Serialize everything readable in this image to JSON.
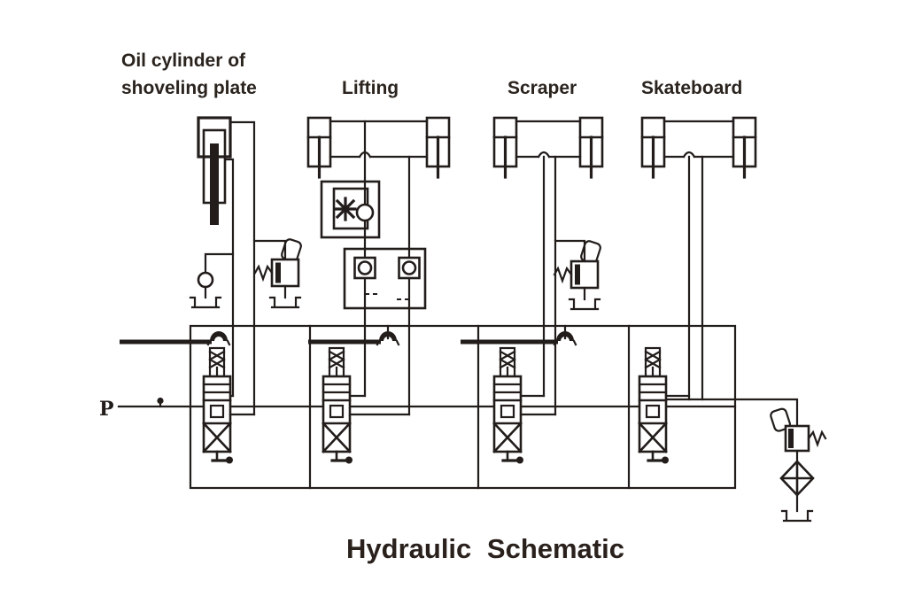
{
  "colors": {
    "background": "#ffffff",
    "ink": "#221d1b",
    "text": "#2a231e"
  },
  "labels": {
    "section1_line1": "Oil cylinder of",
    "section1_line2": "shoveling plate",
    "section2": "Lifting",
    "section3": "Scraper",
    "section4": "Skateboard",
    "pump_port": "P",
    "title": "Hydraulic Schematic"
  },
  "symbol_legend": [
    "hydraulic-cylinder-icon",
    "telescopic-cylinder-icon",
    "spool-directional-valve-icon",
    "manual-lever-icon",
    "relief-valve-spring-icon",
    "pilot-line-loop-icon",
    "tank-reservoir-icon",
    "throttle-flow-control-icon",
    "check-valve-icon",
    "dual-check-valve-block-icon",
    "filter-icon",
    "pump-port-plug-icon"
  ]
}
